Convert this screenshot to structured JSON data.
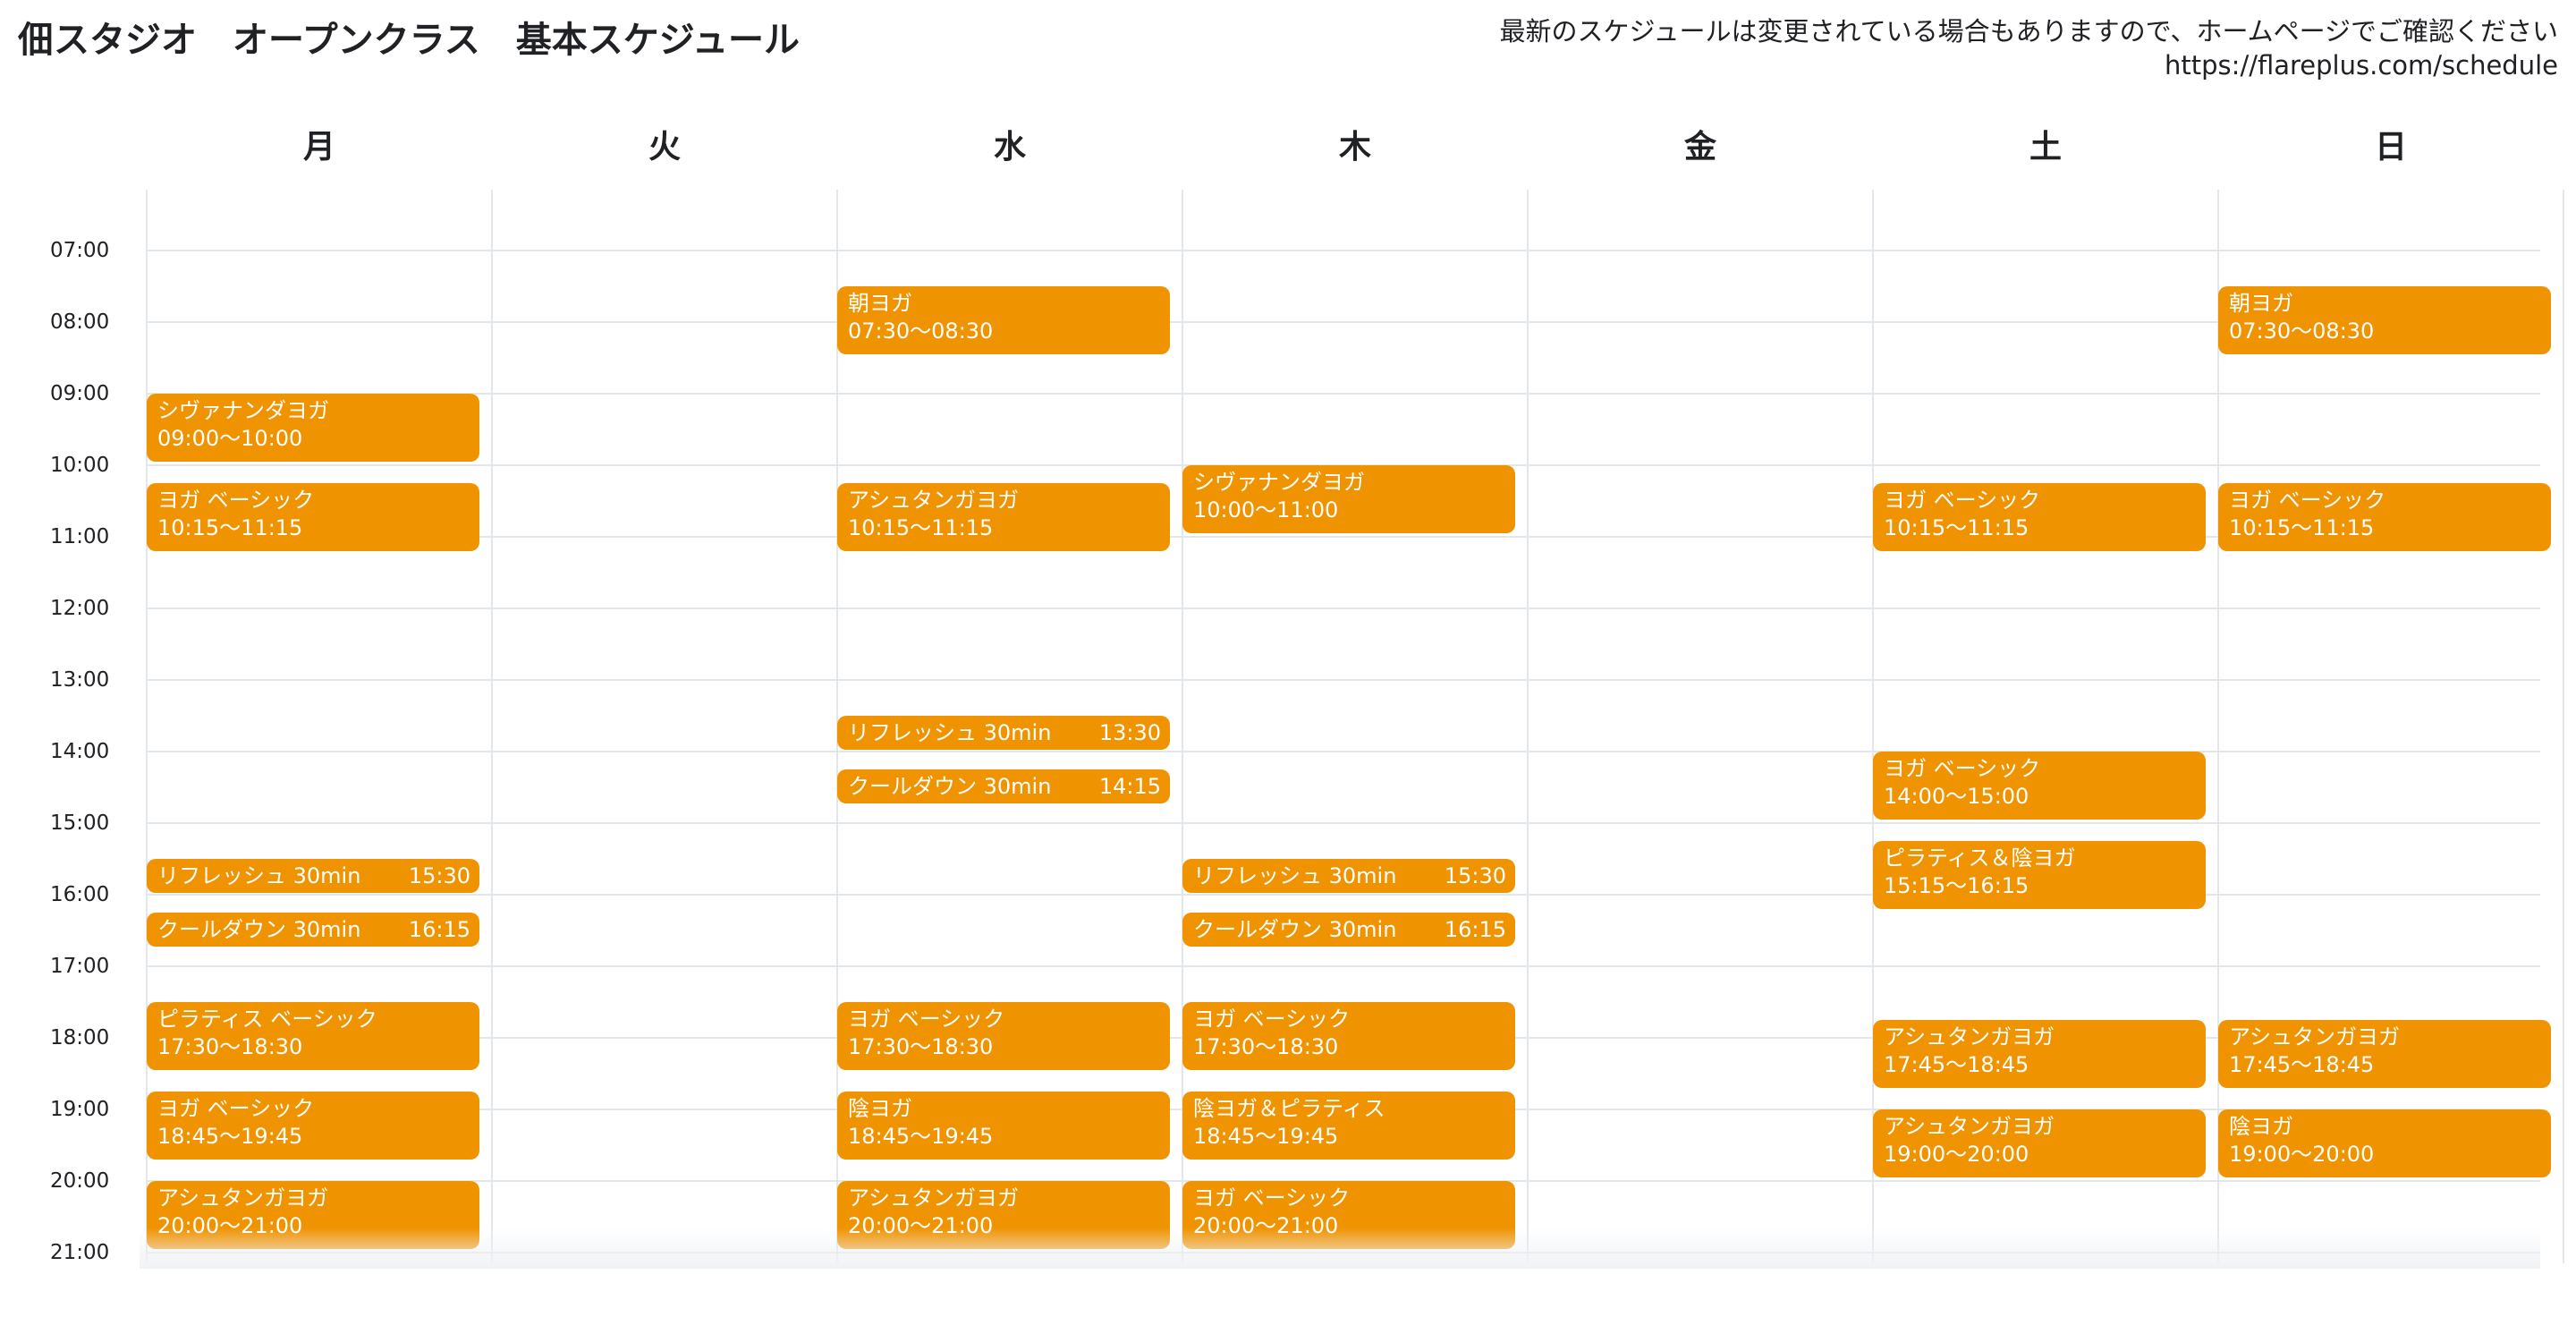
{
  "header": {
    "title": "佃スタジオ　オープンクラス　基本スケジュール",
    "notice_line1": "最新のスケジュールは変更されている場合もありますので、ホームページでご確認ください",
    "notice_line2": "https://flareplus.com/schedule"
  },
  "days": [
    "月",
    "火",
    "水",
    "木",
    "金",
    "土",
    "日"
  ],
  "hours": [
    "07:00",
    "08:00",
    "09:00",
    "10:00",
    "11:00",
    "12:00",
    "13:00",
    "14:00",
    "15:00",
    "16:00",
    "17:00",
    "18:00",
    "19:00",
    "20:00",
    "21:00"
  ],
  "colors": {
    "event": "#f09300",
    "grid": "#e3e6ea"
  },
  "events": [
    {
      "day": 0,
      "name": "シヴァナンダヨガ",
      "time": "09:00〜10:00",
      "start": "09:00",
      "end": "10:00"
    },
    {
      "day": 0,
      "name": "ヨガ ベーシック",
      "time": "10:15〜11:15",
      "start": "10:15",
      "end": "11:15"
    },
    {
      "day": 0,
      "name": "リフレッシュ 30min",
      "time": "15:30",
      "start": "15:30",
      "end": "16:00"
    },
    {
      "day": 0,
      "name": "クールダウン 30min",
      "time": "16:15",
      "start": "16:15",
      "end": "16:45"
    },
    {
      "day": 0,
      "name": "ピラティス ベーシック",
      "time": "17:30〜18:30",
      "start": "17:30",
      "end": "18:30"
    },
    {
      "day": 0,
      "name": "ヨガ ベーシック",
      "time": "18:45〜19:45",
      "start": "18:45",
      "end": "19:45"
    },
    {
      "day": 0,
      "name": "アシュタンガヨガ",
      "time": "20:00〜21:00",
      "start": "20:00",
      "end": "21:00"
    },
    {
      "day": 2,
      "name": "朝ヨガ",
      "time": "07:30〜08:30",
      "start": "07:30",
      "end": "08:30"
    },
    {
      "day": 2,
      "name": "アシュタンガヨガ",
      "time": "10:15〜11:15",
      "start": "10:15",
      "end": "11:15"
    },
    {
      "day": 2,
      "name": "リフレッシュ 30min",
      "time": "13:30",
      "start": "13:30",
      "end": "14:00"
    },
    {
      "day": 2,
      "name": "クールダウン 30min",
      "time": "14:15",
      "start": "14:15",
      "end": "14:45"
    },
    {
      "day": 2,
      "name": "ヨガ ベーシック",
      "time": "17:30〜18:30",
      "start": "17:30",
      "end": "18:30"
    },
    {
      "day": 2,
      "name": "陰ヨガ",
      "time": "18:45〜19:45",
      "start": "18:45",
      "end": "19:45"
    },
    {
      "day": 2,
      "name": "アシュタンガヨガ",
      "time": "20:00〜21:00",
      "start": "20:00",
      "end": "21:00"
    },
    {
      "day": 3,
      "name": "シヴァナンダヨガ",
      "time": "10:00〜11:00",
      "start": "10:00",
      "end": "11:00"
    },
    {
      "day": 3,
      "name": "リフレッシュ 30min",
      "time": "15:30",
      "start": "15:30",
      "end": "16:00"
    },
    {
      "day": 3,
      "name": "クールダウン 30min",
      "time": "16:15",
      "start": "16:15",
      "end": "16:45"
    },
    {
      "day": 3,
      "name": "ヨガ ベーシック",
      "time": "17:30〜18:30",
      "start": "17:30",
      "end": "18:30"
    },
    {
      "day": 3,
      "name": "陰ヨガ＆ピラティス",
      "time": "18:45〜19:45",
      "start": "18:45",
      "end": "19:45"
    },
    {
      "day": 3,
      "name": "ヨガ ベーシック",
      "time": "20:00〜21:00",
      "start": "20:00",
      "end": "21:00"
    },
    {
      "day": 5,
      "name": "ヨガ ベーシック",
      "time": "10:15〜11:15",
      "start": "10:15",
      "end": "11:15"
    },
    {
      "day": 5,
      "name": "ヨガ ベーシック",
      "time": "14:00〜15:00",
      "start": "14:00",
      "end": "15:00"
    },
    {
      "day": 5,
      "name": "ピラティス＆陰ヨガ",
      "time": "15:15〜16:15",
      "start": "15:15",
      "end": "16:15"
    },
    {
      "day": 5,
      "name": "アシュタンガヨガ",
      "time": "17:45〜18:45",
      "start": "17:45",
      "end": "18:45"
    },
    {
      "day": 5,
      "name": "アシュタンガヨガ",
      "time": "19:00〜20:00",
      "start": "19:00",
      "end": "20:00"
    },
    {
      "day": 6,
      "name": "朝ヨガ",
      "time": "07:30〜08:30",
      "start": "07:30",
      "end": "08:30"
    },
    {
      "day": 6,
      "name": "ヨガ ベーシック",
      "time": "10:15〜11:15",
      "start": "10:15",
      "end": "11:15"
    },
    {
      "day": 6,
      "name": "アシュタンガヨガ",
      "time": "17:45〜18:45",
      "start": "17:45",
      "end": "18:45"
    },
    {
      "day": 6,
      "name": "陰ヨガ",
      "time": "19:00〜20:00",
      "start": "19:00",
      "end": "20:00"
    }
  ]
}
